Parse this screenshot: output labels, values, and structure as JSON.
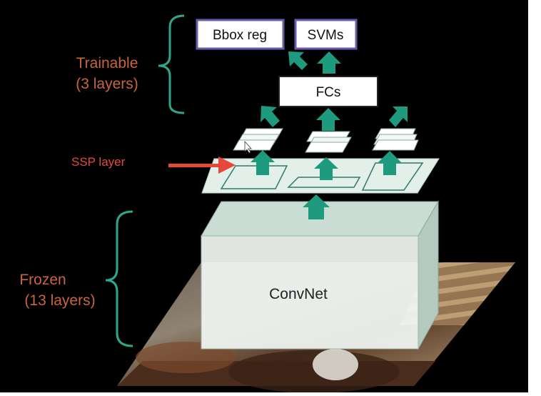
{
  "diagram": {
    "top_boxes": {
      "bbox_reg": "Bbox reg",
      "svms": "SVMs"
    },
    "fcs": "FCs",
    "convnet": "ConvNet",
    "ssp_label": "SSP layer",
    "trainable": {
      "line1": "Trainable",
      "line2": "(3 layers)"
    },
    "frozen": {
      "line1": "Frozen",
      "line2": "(13 layers)"
    }
  },
  "colors": {
    "background": "#000000",
    "accent_teal": "#1e9a7e",
    "bracket_teal": "#2fa58a",
    "label_orange": "#c8653a",
    "label_red": "#e8483a",
    "box_border_purple": "#6b5ba8",
    "panel_fill": "#e3efe9"
  },
  "icons": {
    "arrow": "teal-up-arrow",
    "pointer": "red-arrow",
    "cursor": "mouse-pointer-icon"
  }
}
